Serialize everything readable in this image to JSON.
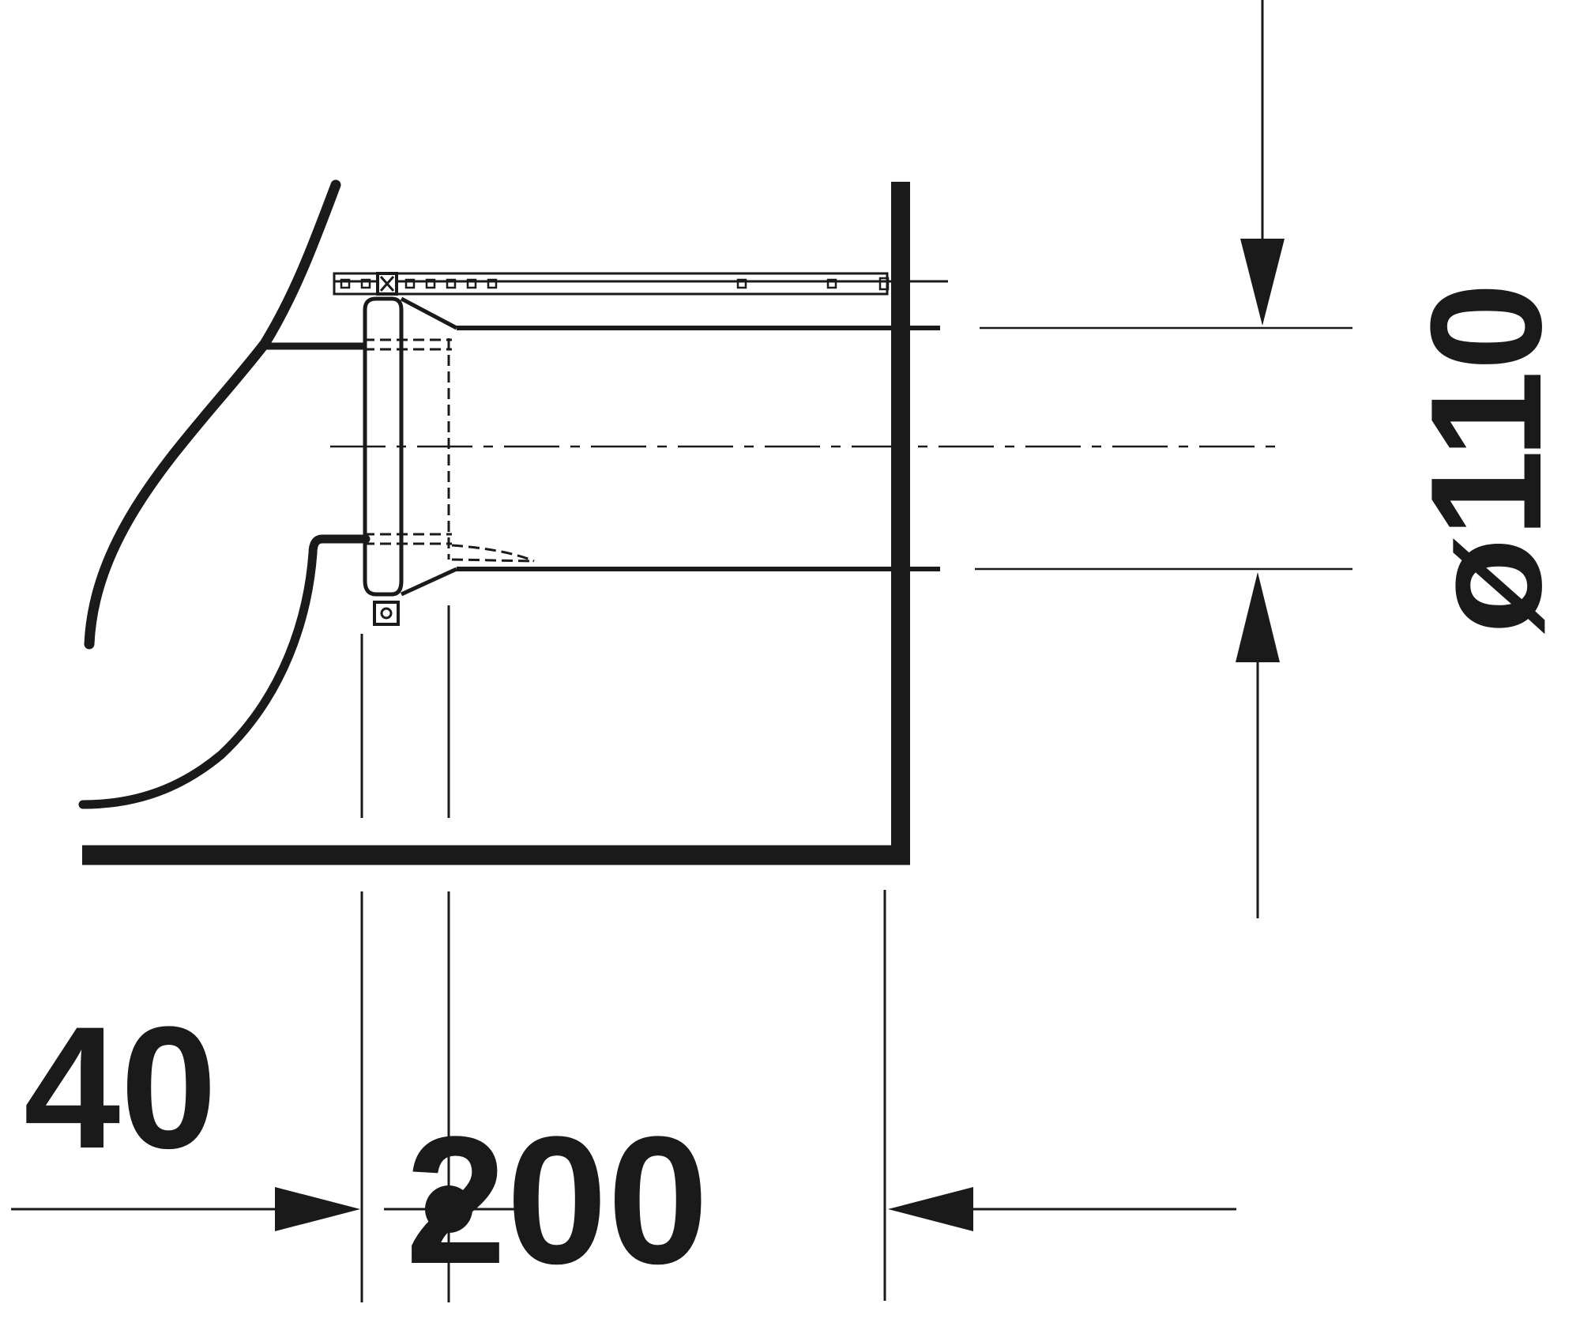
{
  "colors": {
    "ink": "#1a1a1a",
    "background": "#ffffff"
  },
  "dimensions": {
    "offset_label": "40",
    "depth_label": "200",
    "diameter_label": "ø110"
  }
}
